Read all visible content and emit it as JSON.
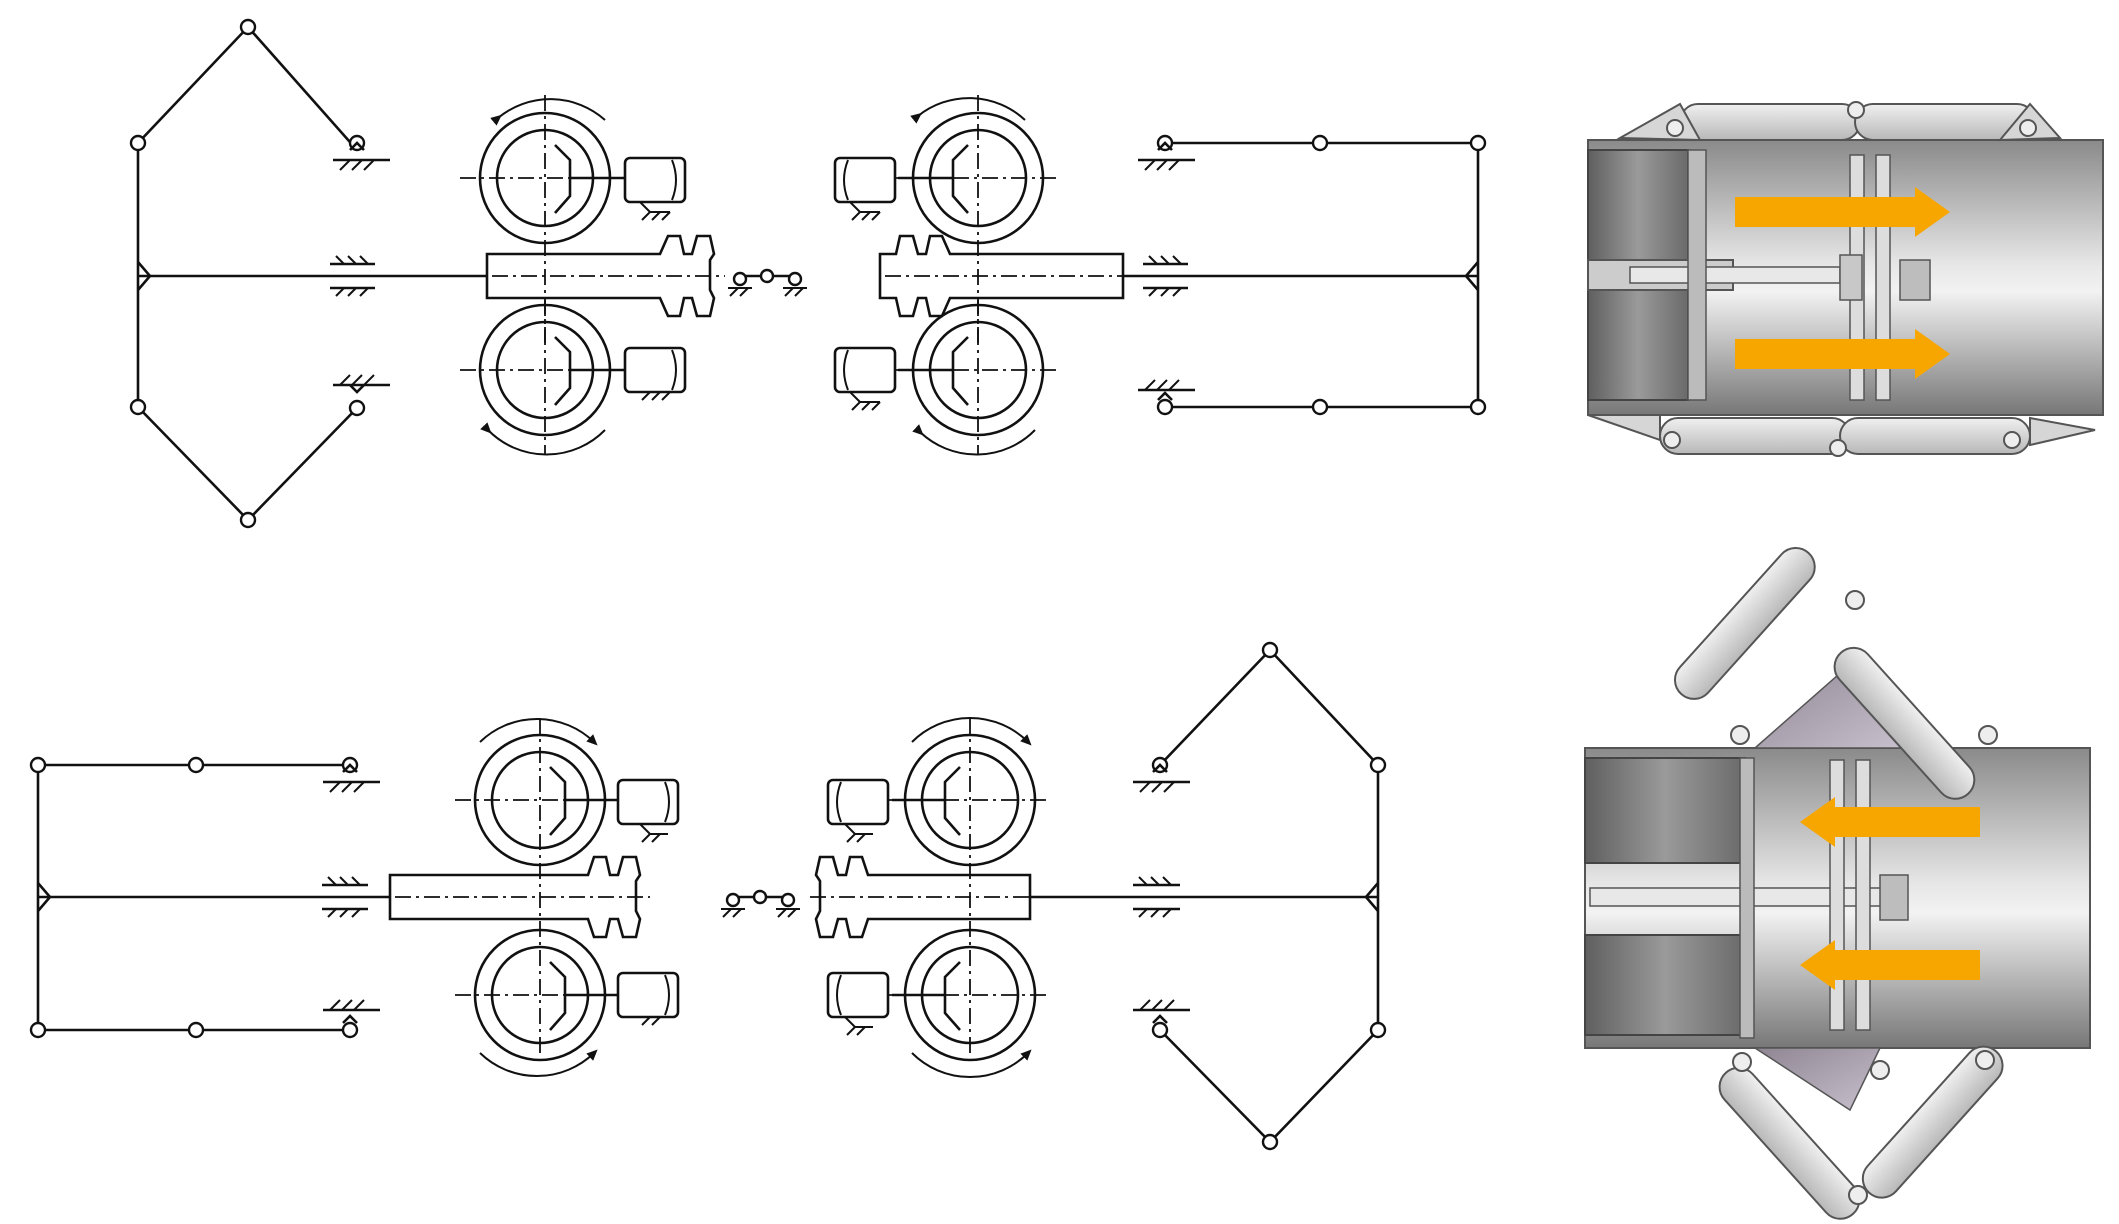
{
  "figure": {
    "panels": [
      {
        "id": "top",
        "state": "retracted",
        "arrow_direction": "right"
      },
      {
        "id": "bottom",
        "state": "expanded",
        "arrow_direction": "left"
      }
    ],
    "colors": {
      "line": "#111111",
      "arrow": "#F7A600",
      "metal_dark": "#6f6f6f",
      "metal_light": "#d9d9d9",
      "link_plate": "#cfcfcf",
      "purple_wedge": "#a9a0ad"
    },
    "icons": [
      "revolute-joint-icon",
      "ground-support-icon",
      "sliding-bearing-icon",
      "motor-icon",
      "rotation-arrow-icon",
      "rack-icon",
      "coupling-icon",
      "direction-arrow-icon"
    ]
  }
}
